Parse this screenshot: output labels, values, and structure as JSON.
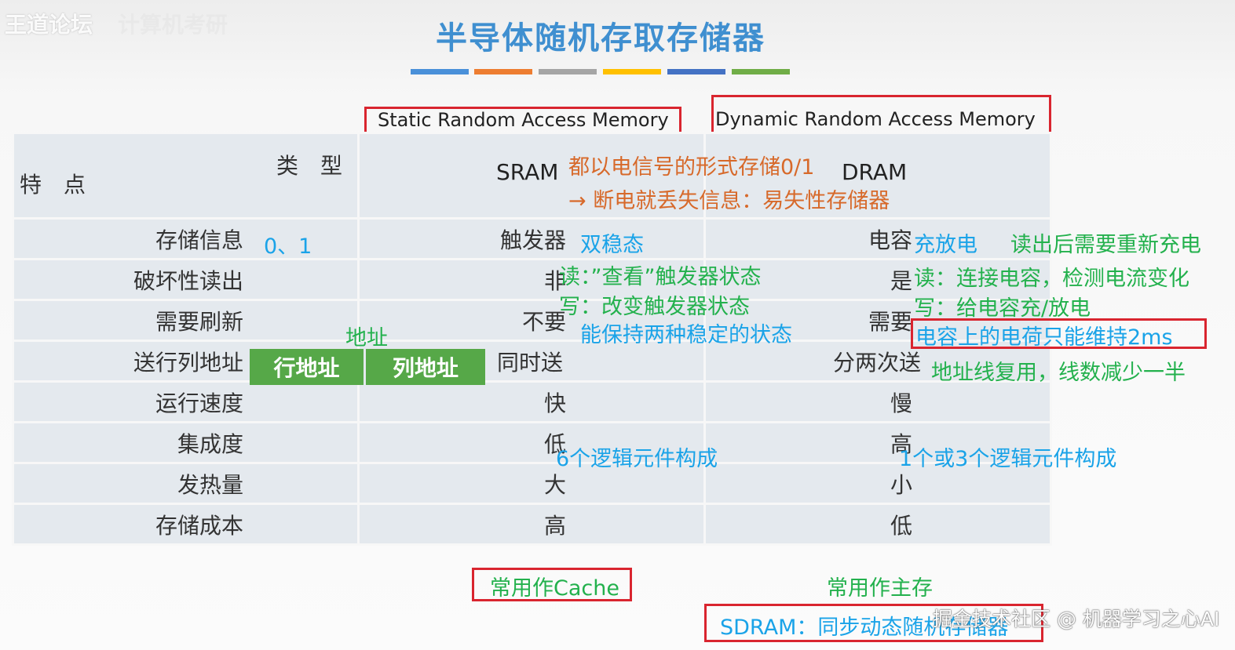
{
  "watermark_top_left": "王道论坛",
  "watermark_top_left_2": "计算机考研",
  "title": "半导体随机存取存储器",
  "title_bar_colors": [
    "#4a90d9",
    "#ed7d31",
    "#a5a5a5",
    "#ffc000",
    "#4472c4",
    "#70ad47"
  ],
  "sram_full_name": "Static Random Access Memory",
  "dram_full_name": "Dynamic Random Access Memory",
  "header": {
    "type_label": "类　型",
    "feature_label": "特　点",
    "sram": "SRAM",
    "dram": "DRAM"
  },
  "header_note_line1": "都以电信号的形式存储0/1",
  "header_note_line2": "→ 断电就丢失信息：易失性存储器",
  "rows": [
    {
      "feature": "存储信息",
      "sram": "触发器",
      "dram": "电容"
    },
    {
      "feature": "破坏性读出",
      "sram": "非",
      "dram": "是"
    },
    {
      "feature": "需要刷新",
      "sram": "不要",
      "dram": "需要"
    },
    {
      "feature": "送行列地址",
      "sram": "同时送",
      "dram": "分两次送"
    },
    {
      "feature": "运行速度",
      "sram": "快",
      "dram": "慢"
    },
    {
      "feature": "集成度",
      "sram": "低",
      "dram": "高"
    },
    {
      "feature": "发热量",
      "sram": "大",
      "dram": "小"
    },
    {
      "feature": "存储成本",
      "sram": "高",
      "dram": "低"
    }
  ],
  "notes": {
    "store_bits": "0、1",
    "sram_store": "双稳态",
    "dram_store": "充放电",
    "dram_store_extra": "读出后需要重新充电",
    "sram_read": "读：”查看”触发器状态",
    "sram_write": "写：改变触发器状态",
    "dram_read": "读：连接电容，检测电流变化",
    "dram_write": "写：给电容充/放电",
    "sram_refresh": "能保持两种稳定的状态",
    "dram_refresh": "电容上的电荷只能维持2ms",
    "address": "地址",
    "row_address": "行地址",
    "col_address": "列地址",
    "dram_address": "地址线复用，线数减少一半",
    "sram_density": "6个逻辑元件构成",
    "dram_density": "1个或3个逻辑元件构成",
    "sram_use": "常用作Cache",
    "dram_use": "常用作主存",
    "sdram": "SDRAM：同步动态随机存储器"
  },
  "watermark_bottom_right": "掘金技术社区 @ 机器学习之心AI"
}
